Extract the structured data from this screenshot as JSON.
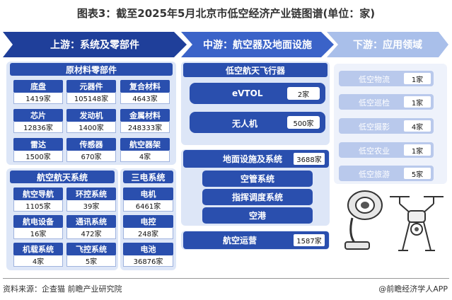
{
  "title": "图表3：截至2025年5月北京市低空经济产业链图谱(单位：家)",
  "banners": {
    "upstream": "上游：系统及零部件",
    "midstream": "中游：航空器及地面设施",
    "downstream": "下游：应用领域"
  },
  "upstream": {
    "materials_title": "原材料零部件",
    "materials": [
      {
        "name": "底盘",
        "count": "1419家"
      },
      {
        "name": "元器件",
        "count": "105148家"
      },
      {
        "name": "复合材料",
        "count": "4643家"
      },
      {
        "name": "芯片",
        "count": "12836家"
      },
      {
        "name": "发动机",
        "count": "1400家"
      },
      {
        "name": "金属材料",
        "count": "248333家"
      },
      {
        "name": "雷达",
        "count": "1500家"
      },
      {
        "name": "传感器",
        "count": "670家"
      },
      {
        "name": "航空器架",
        "count": "4家"
      }
    ],
    "avionics_title": "航空航天系统",
    "avionics": [
      {
        "name": "航空导航",
        "count": "1105家"
      },
      {
        "name": "环控系统",
        "count": "39家"
      },
      {
        "name": "航电设备",
        "count": "16家"
      },
      {
        "name": "通讯系统",
        "count": "472家"
      },
      {
        "name": "机载系统",
        "count": "4家"
      },
      {
        "name": "飞控系统",
        "count": "5家"
      }
    ],
    "power_title": "三电系统",
    "power": [
      {
        "name": "电机",
        "count": "6461家"
      },
      {
        "name": "电控",
        "count": "248家"
      },
      {
        "name": "电池",
        "count": "36876家"
      }
    ]
  },
  "midstream": {
    "aircraft_title": "低空航天飞行器",
    "aircraft": [
      {
        "name": "eVTOL",
        "count": "2家"
      },
      {
        "name": "无人机",
        "count": "500家"
      }
    ],
    "ground_title": "地面设施及系统",
    "ground_count": "3688家",
    "ground_items": [
      "空管系统",
      "指挥调度系统",
      "空港"
    ],
    "operation_title": "航空运营",
    "operation_count": "1587家"
  },
  "downstream": {
    "items": [
      {
        "name": "低空物流",
        "count": "1家"
      },
      {
        "name": "低空巡检",
        "count": "1家"
      },
      {
        "name": "低空摄影",
        "count": "4家"
      },
      {
        "name": "低空农业",
        "count": "1家"
      },
      {
        "name": "低空旅游",
        "count": "5家"
      }
    ]
  },
  "footer": {
    "source": "资料来源：企查猫 前瞻产业研究院",
    "brand": "@前瞻经济学人APP"
  },
  "colors": {
    "primary": "#2a4fae",
    "banner_mid": "#3b63c8",
    "banner_light": "#a9bfea",
    "panel": "#dde6f7"
  }
}
